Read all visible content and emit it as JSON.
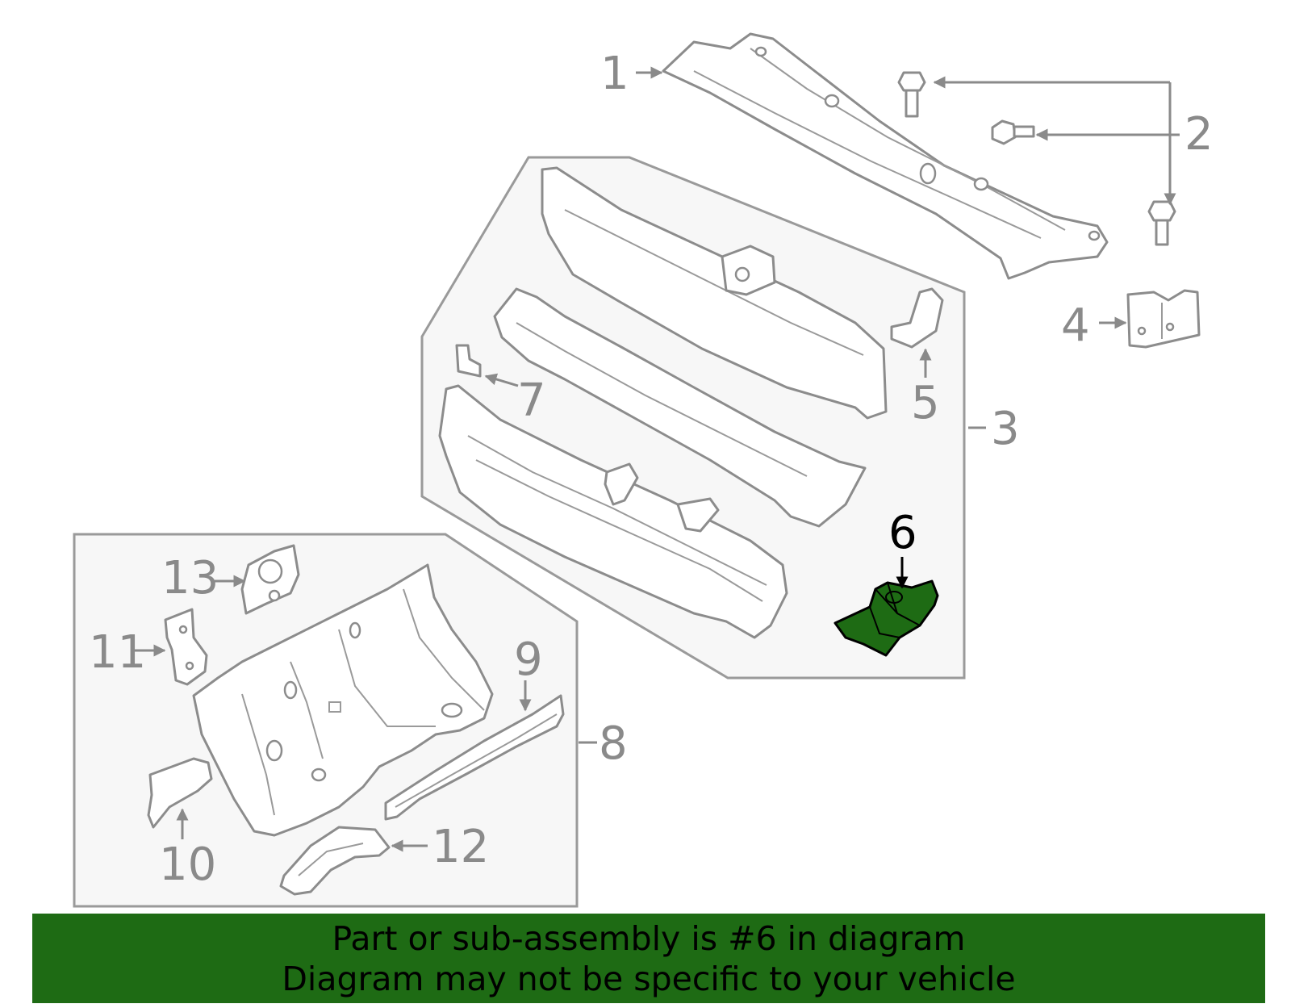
{
  "callouts": {
    "c1": "1",
    "c2": "2",
    "c3": "3",
    "c4": "4",
    "c5": "5",
    "c6": "6",
    "c7": "7",
    "c8": "8",
    "c9": "9",
    "c10": "10",
    "c11": "11",
    "c12": "12",
    "c13": "13"
  },
  "highlighted_part": "6",
  "colors": {
    "highlight": "#1e6b14",
    "banner_background": "#1e6b14",
    "line_art": "#8c8c8c",
    "group_fill": "#f7f7f7"
  },
  "banner": {
    "line1": "Part or sub-assembly is #6 in diagram",
    "line2": "Diagram may not be specific to your vehicle"
  }
}
